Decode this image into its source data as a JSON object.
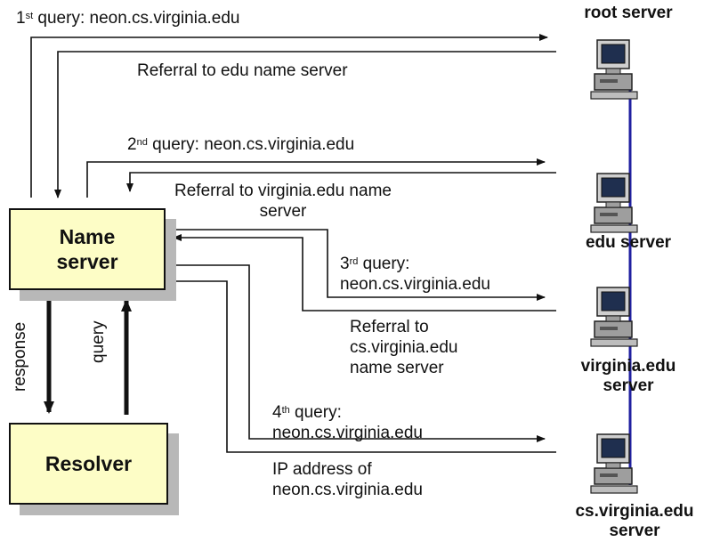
{
  "queries": {
    "q1": {
      "ord": "1",
      "suf": "st",
      "text": " query: neon.cs.virginia.edu"
    },
    "q2": {
      "ord": "2",
      "suf": "nd",
      "text": " query: neon.cs.virginia.edu"
    },
    "q3": {
      "ord": "3",
      "suf": "rd",
      "line1": " query:",
      "line2": "neon.cs.virginia.edu"
    },
    "q4": {
      "ord": "4",
      "suf": "th",
      "line1": " query:",
      "line2": "neon.cs.virginia.edu"
    }
  },
  "replies": {
    "r1": "Referral to edu name server",
    "r2a": "Referral to virginia.edu name",
    "r2b": "server",
    "r3a": "Referral to",
    "r3b": "cs.virginia.edu",
    "r3c": "name server",
    "r4a": "IP address of",
    "r4b": "neon.cs.virginia.edu"
  },
  "boxes": {
    "name_server_1": "Name",
    "name_server_2": "server",
    "resolver": "Resolver"
  },
  "side": {
    "response": "response",
    "query": "query"
  },
  "servers": {
    "root": "root server",
    "edu": "edu server",
    "virginia_1": "virginia.edu",
    "virginia_2": "server",
    "cs_1": "cs.virginia.edu",
    "cs_2": "server"
  },
  "colors": {
    "box_fill": "#fdfdc6",
    "link": "#2020a0"
  }
}
